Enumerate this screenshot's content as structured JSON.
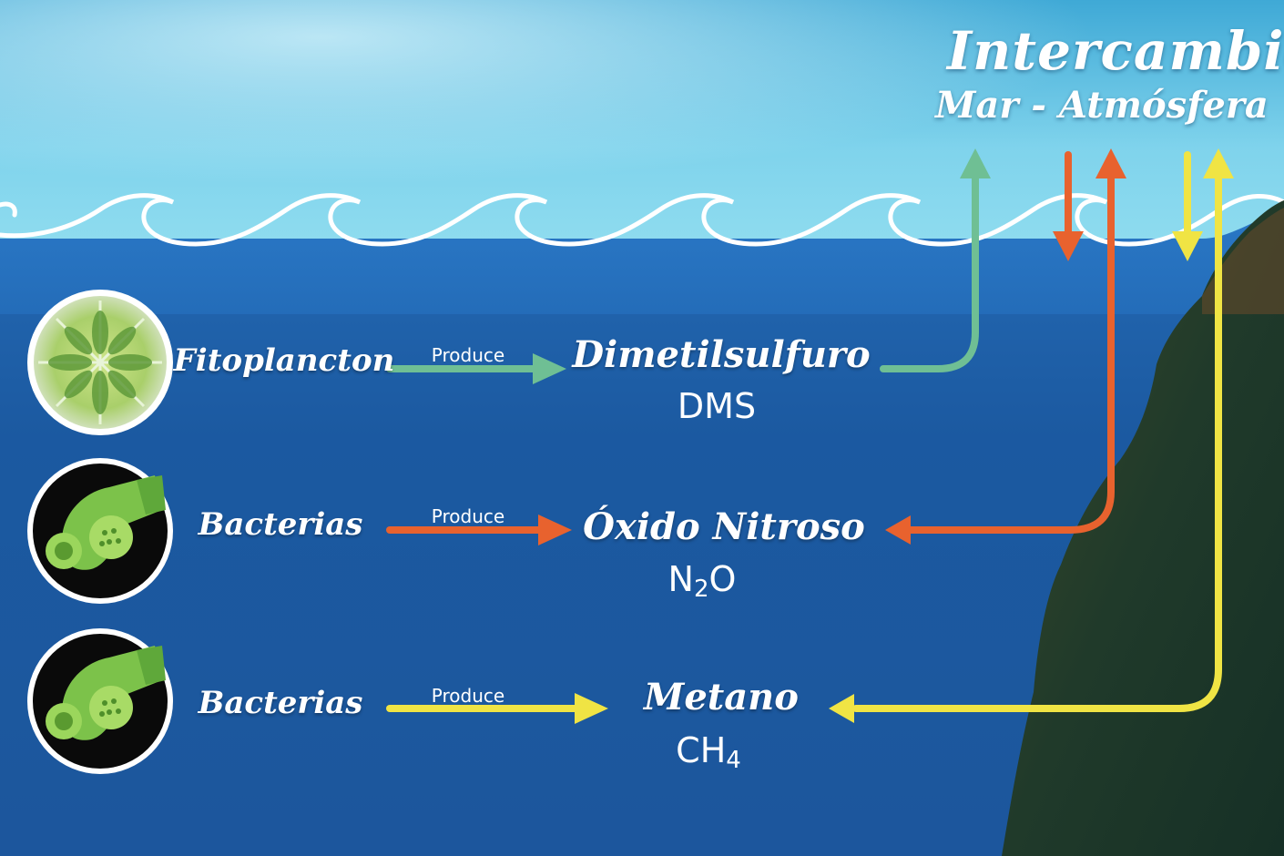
{
  "title": {
    "line1": "Intercambio",
    "line2": "Mar - Atmósfera"
  },
  "rows": [
    {
      "source": "Fitoplancton",
      "verb": "Produce",
      "gas_name": "Dimetilsulfuro",
      "formula_main": "DMS",
      "formula_sub": "",
      "formula_tail": "",
      "arrow_color": "#6fbf94",
      "organism_icon": "phytoplankton-icon"
    },
    {
      "source": "Bacterias",
      "verb": "Produce",
      "gas_name": "Óxido Nitroso",
      "formula_main": "N",
      "formula_sub": "2",
      "formula_tail": "O",
      "arrow_color": "#e8622e",
      "organism_icon": "bacteria-icon"
    },
    {
      "source": "Bacterias",
      "verb": "Produce",
      "gas_name": "Metano",
      "formula_main": "CH",
      "formula_sub": "4",
      "formula_tail": "",
      "arrow_color": "#f0e444",
      "organism_icon": "bacteria-icon"
    }
  ],
  "colors": {
    "sky": "#5ec6e6",
    "ocean": "#1f5fae",
    "wave_foam": "#ffffff",
    "cliff": "#1f3a2a"
  }
}
